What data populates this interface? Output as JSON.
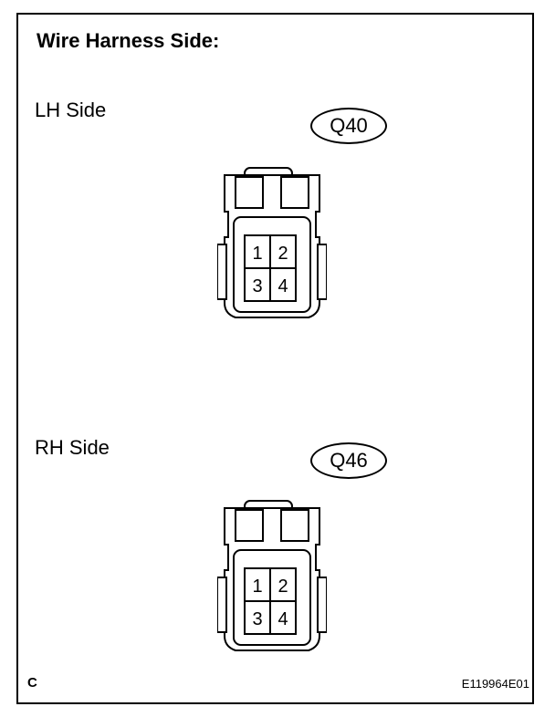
{
  "title": "Wire Harness Side:",
  "lh": {
    "label": "LH Side",
    "connector_id": "Q40",
    "pins": [
      "1",
      "2",
      "3",
      "4"
    ]
  },
  "rh": {
    "label": "RH Side",
    "connector_id": "Q46",
    "pins": [
      "1",
      "2",
      "3",
      "4"
    ]
  },
  "footer": {
    "left": "C",
    "right": "E119964E01"
  }
}
